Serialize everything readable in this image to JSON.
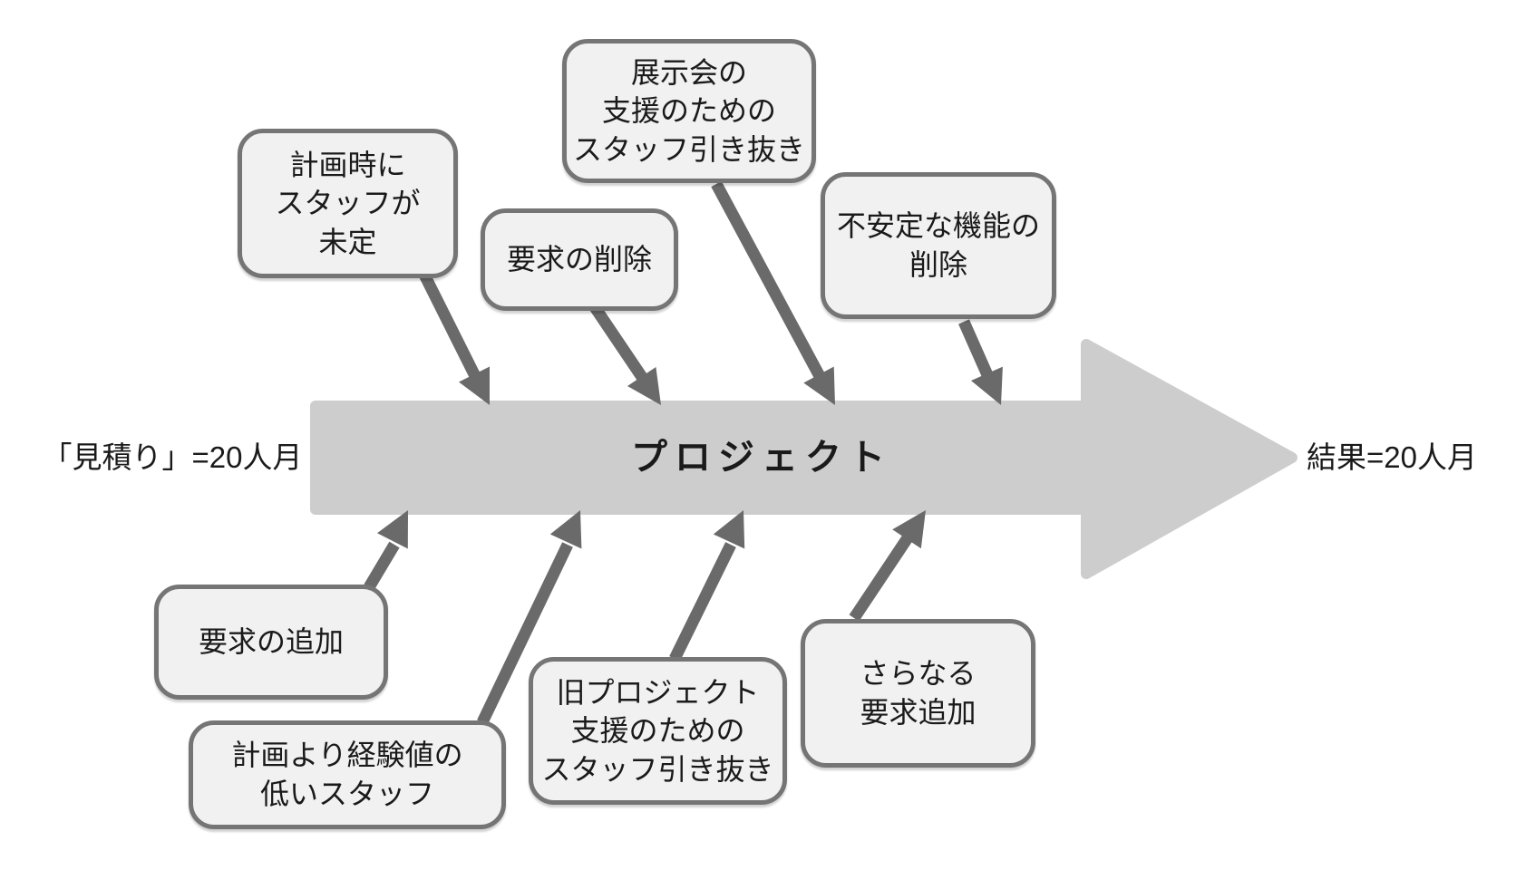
{
  "diagram": {
    "title_hint": "project estimate cause-effect diagram",
    "colors": {
      "background": "#ffffff",
      "main_arrow": "#cdcdcd",
      "small_arrow": "#6a6a6a",
      "box_fill": "#f1f1f1",
      "box_border": "#757575",
      "text": "#1a1a1a"
    },
    "left_label": "「見積り」=20人月",
    "right_label": "結果=20人月",
    "main_arrow_label": "プロジェクト",
    "top_boxes": [
      {
        "id": "staff-undecided",
        "lines": [
          "計画時に",
          "スタッフが",
          "未定"
        ]
      },
      {
        "id": "requirements-removed",
        "lines": [
          "要求の削除"
        ]
      },
      {
        "id": "staff-pulled-for-exhibition",
        "lines": [
          "展示会の",
          "支援のための",
          "スタッフ引き抜き"
        ]
      },
      {
        "id": "unstable-features-removed",
        "lines": [
          "不安定な機能の",
          "削除"
        ]
      }
    ],
    "bottom_boxes": [
      {
        "id": "requirements-added",
        "lines": [
          "要求の追加"
        ]
      },
      {
        "id": "less-experienced-staff",
        "lines": [
          "計画より経験値の",
          "低いスタッフ"
        ]
      },
      {
        "id": "staff-pulled-for-old-project",
        "lines": [
          "旧プロジェクト",
          "支援のための",
          "スタッフ引き抜き"
        ]
      },
      {
        "id": "more-requirements-added",
        "lines": [
          "さらなる",
          "要求追加"
        ]
      }
    ]
  }
}
